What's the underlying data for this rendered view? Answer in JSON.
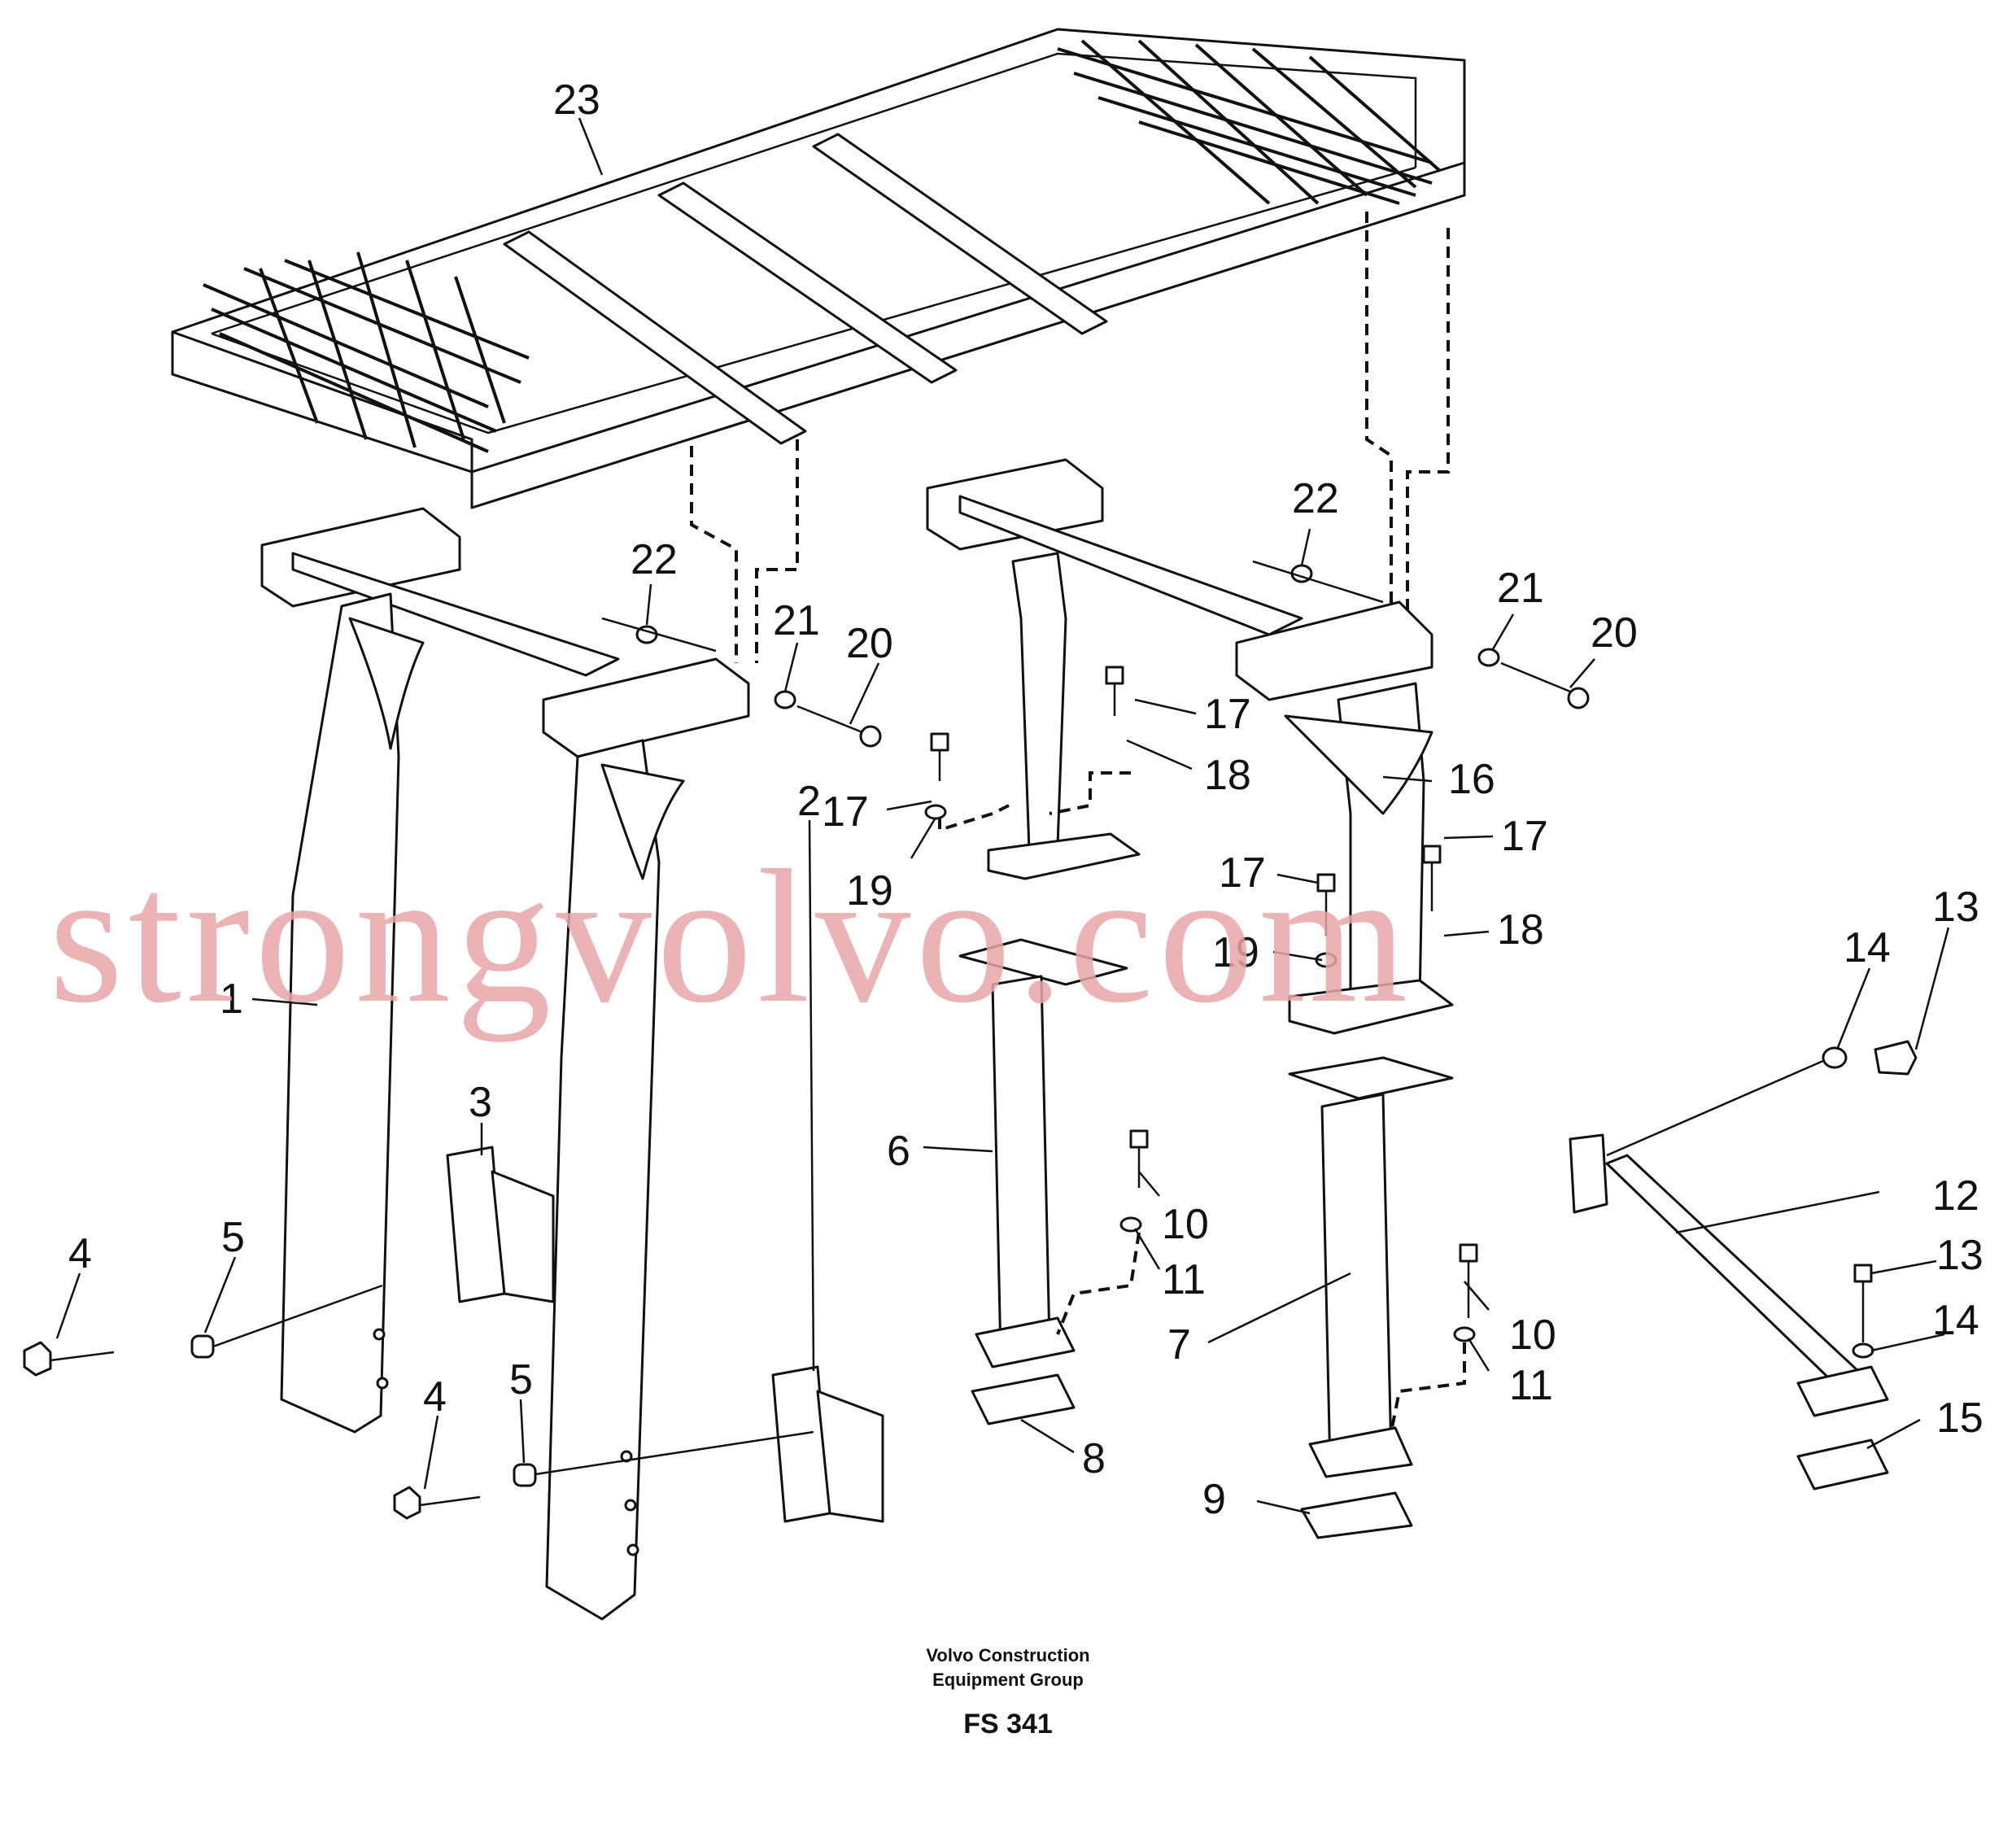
{
  "footer": {
    "line1": "Volvo Construction",
    "line2": "Equipment Group",
    "code": "FS 341"
  },
  "watermark": "strongvolvo.com",
  "callouts": [
    "1",
    "2",
    "3",
    "4",
    "5",
    "6",
    "7",
    "8",
    "9",
    "10",
    "11",
    "12",
    "13",
    "14",
    "15",
    "16",
    "17",
    "18",
    "19",
    "20",
    "21",
    "22",
    "23"
  ],
  "colors": {
    "ink": "#111111",
    "watermark": "#e8a6a6"
  }
}
